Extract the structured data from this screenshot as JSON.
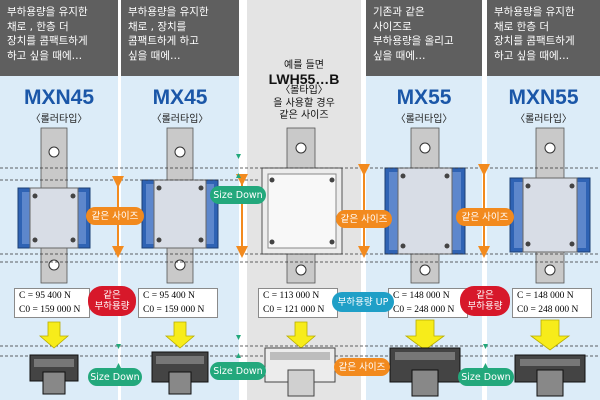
{
  "columns": [
    {
      "header": "부하용량을 유지한\n채로 , 한층 더\n장치를 콤팩트하게\n하고 싶을 때에…",
      "title": "MXN45",
      "type": "〈롤러타입〉",
      "c": "C  =   95 400 N",
      "c0": "C0 = 159 000 N"
    },
    {
      "header": "부하용량을 유지한\n채로 , 장치를\n콤팩트하게 하고\n싶을 때에…",
      "title": "MX45",
      "type": "〈롤러타입〉",
      "c": "C  =   95 400 N",
      "c0": "C0 = 159 000 N"
    },
    {
      "header": "",
      "title": "",
      "type": "",
      "c": "C = 113 000 N",
      "c0": "C0 = 121 000 N"
    },
    {
      "header": "기존과 같은\n사이즈로\n부하용량을 올리고\n싶을 때에…",
      "title": "MX55",
      "type": "〈롤러타입〉",
      "c": "C = 148 000 N",
      "c0": "C0 = 248 000 N"
    },
    {
      "header": "부하용량을 유지한\n채로 한층 더\n장치를 콤팩트하게\n하고 싶을 때에…",
      "title": "MXN55",
      "type": "〈롤러타입〉",
      "c": "C = 148 000 N",
      "c0": "C0 = 248 000 N"
    }
  ],
  "middle": {
    "line1": "예를 들면",
    "line2": "LWH55…B",
    "line3": "〈볼타입〉",
    "line4": "을 사용할 경우",
    "line5": "같은 사이즈"
  },
  "badges": {
    "same_size": "같은 사이즈",
    "size_down": "Size Down",
    "same_load": "같은\n부하용량",
    "load_up": "부하용량 UP"
  },
  "colors": {
    "column_bg": "#dcecf8",
    "header_bg": "#5f5f5f",
    "title": "#1b57a8",
    "block_blue": "#2f63b4",
    "arrow_orange": "#f28a1e",
    "arrow_yellow": "#f7ec1a",
    "badge_red": "#d7182a",
    "badge_green": "#23a87c",
    "badge_teal": "#1f9fc7"
  }
}
